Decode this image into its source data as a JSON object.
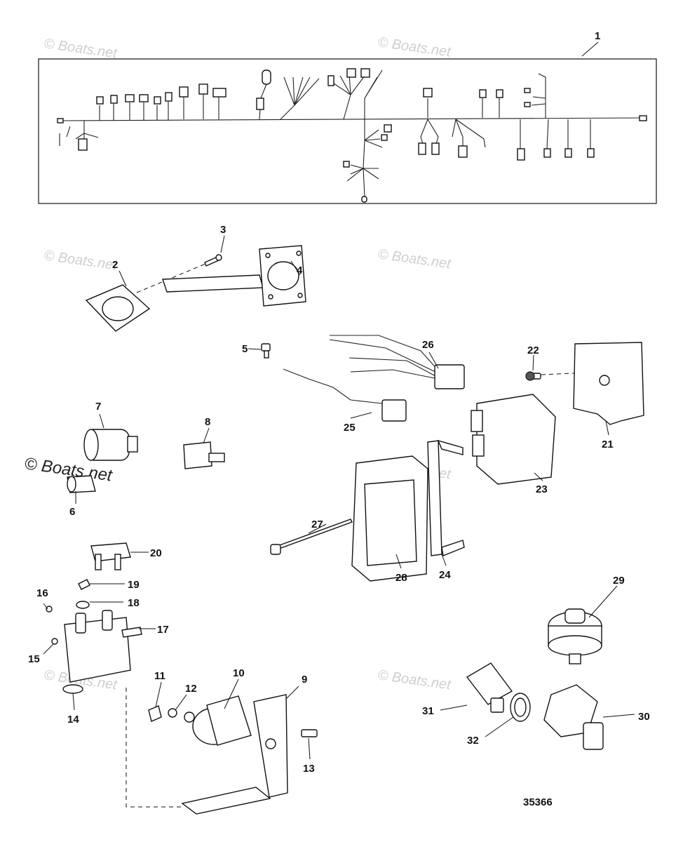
{
  "watermarks": {
    "text": "© Boats.net"
  },
  "callouts": [
    "1",
    "2",
    "3",
    "4",
    "5",
    "6",
    "7",
    "8",
    "9",
    "10",
    "11",
    "12",
    "13",
    "14",
    "15",
    "16",
    "17",
    "18",
    "19",
    "20",
    "21",
    "22",
    "23",
    "24",
    "25",
    "26",
    "27",
    "28",
    "29",
    "30",
    "31",
    "32"
  ],
  "figure_number": "35366"
}
